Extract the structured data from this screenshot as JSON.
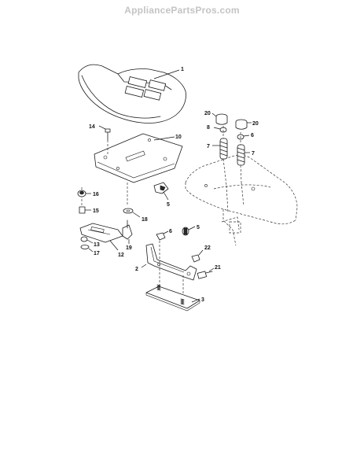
{
  "watermark": "AppliancePartsPros.com",
  "callouts": {
    "c1": "1",
    "c2": "2",
    "c3": "3",
    "c5a": "5",
    "c5b": "5",
    "c6a": "6",
    "c6b": "6",
    "c7a": "7",
    "c7b": "7",
    "c8": "8",
    "c10": "10",
    "c12": "12",
    "c13": "13",
    "c14": "14",
    "c15": "15",
    "c16": "16",
    "c17": "17",
    "c18": "18",
    "c19": "19",
    "c20a": "20",
    "c20b": "20",
    "c21": "21",
    "c22": "22"
  }
}
